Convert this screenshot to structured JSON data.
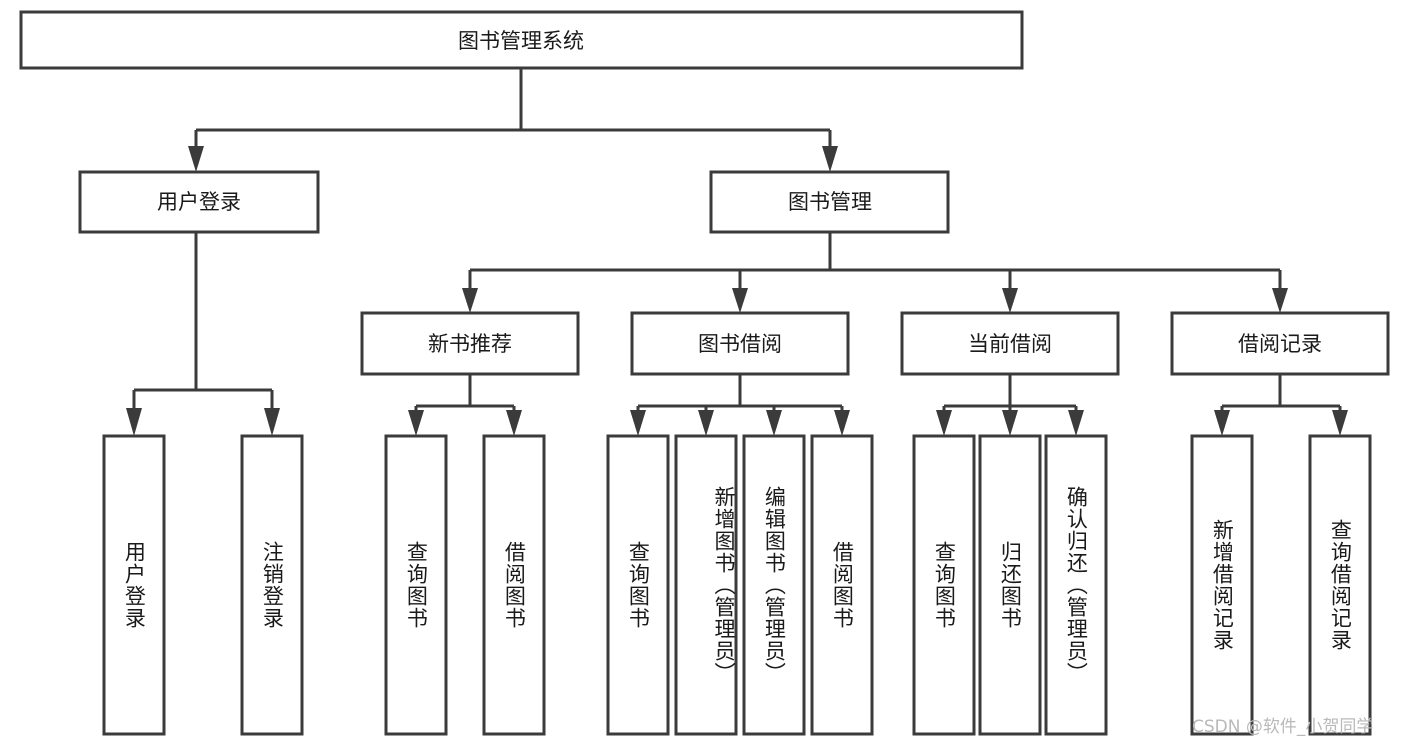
{
  "diagram": {
    "type": "tree",
    "title": "图书管理系统",
    "root": {
      "label": "图书管理系统"
    },
    "level2": [
      {
        "label": "用户登录"
      },
      {
        "label": "图书管理"
      }
    ],
    "level3": [
      {
        "label": "新书推荐"
      },
      {
        "label": "图书借阅"
      },
      {
        "label": "当前借阅"
      },
      {
        "label": "借阅记录"
      }
    ],
    "leaves": {
      "user_login": [
        {
          "label": "用户登录"
        },
        {
          "label": "注销登录"
        }
      ],
      "new_book_recommend": [
        {
          "label": "查询图书"
        },
        {
          "label": "借阅图书"
        }
      ],
      "book_borrow": [
        {
          "label": "查询图书"
        },
        {
          "label": "新增图书（管理员）"
        },
        {
          "label": "编辑图书（管理员）"
        },
        {
          "label": "借阅图书"
        }
      ],
      "current_borrow": [
        {
          "label": "查询图书"
        },
        {
          "label": "归还图书"
        },
        {
          "label": "确认归还（管理员）"
        }
      ],
      "borrow_record": [
        {
          "label": "新增借阅记录"
        },
        {
          "label": "查询借阅记录"
        }
      ]
    }
  },
  "watermark": {
    "text": "CSDN @软件_小贺同学"
  },
  "colors": {
    "stroke": "#3b3b3b",
    "box_fill": "#ffffff",
    "text": "#1a1a1a",
    "watermark": "#b9b9b9",
    "background": "#ffffff"
  }
}
